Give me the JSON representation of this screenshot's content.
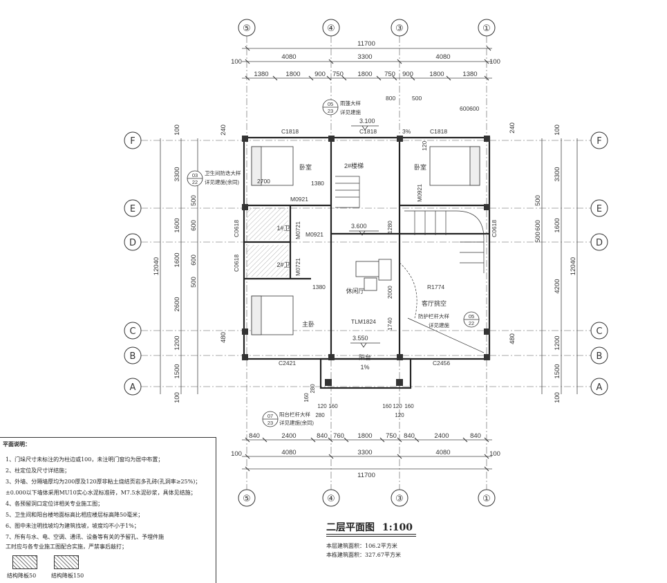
{
  "drawing_title": "二层平面图",
  "scale": "1:100",
  "area_floor": "本层建筑面积：106.2平方米",
  "area_total": "本栋建筑面积：327.67平方米",
  "axes_vertical": [
    "⑤",
    "④",
    "③",
    "①"
  ],
  "axes_horizontal": [
    "F",
    "E",
    "D",
    "C",
    "B",
    "A"
  ],
  "top_dims": {
    "total": "11700",
    "bay_left": "4080",
    "bay_mid": "3300",
    "bay_right": "4080",
    "edge": "100",
    "details": [
      "1380",
      "1800",
      "900",
      "750",
      "1800",
      "750",
      "900",
      "1800",
      "1380"
    ]
  },
  "bottom_dims": {
    "total": "11700",
    "bay_left": "4080",
    "bay_mid": "3300",
    "bay_right": "4080",
    "edge": "100",
    "details": [
      "840",
      "2400",
      "840",
      "760",
      "1800",
      "750",
      "840",
      "2400",
      "840"
    ]
  },
  "left_dims": {
    "total": "12040",
    "bays": [
      "3300",
      "1600",
      "1600",
      "2600",
      "1200",
      "1500"
    ],
    "details": [
      "500",
      "600",
      "600",
      "500"
    ],
    "edge": "100",
    "wall_offsets": [
      "240",
      "480"
    ]
  },
  "right_dims": {
    "total": "12040",
    "bays": [
      "3300",
      "1600",
      "4200",
      "1200",
      "1500"
    ],
    "details": [
      "500",
      "600",
      "500"
    ],
    "edge": "100",
    "wall_offsets": [
      "240",
      "480"
    ]
  },
  "rooms": {
    "bedroom_left": "卧室",
    "bedroom_right": "卧室",
    "master_bedroom": "主卧",
    "stair_hall": "2#楼梯",
    "leisure_hall": "休闲厅",
    "void": "客厅挑空",
    "bath1": "1#卫",
    "bath2": "2#卫",
    "balcony": "阳台",
    "balcony_slope": "1%"
  },
  "openings": {
    "window_top_left": "C1818",
    "window_top_mid": "C1818",
    "window_top_right": "C1818",
    "window_bath1": "C0618",
    "window_bath2": "C0618",
    "window_right": "C0618",
    "window_bottom_left": "C2421",
    "window_bottom_right": "C2456",
    "door_1": "M0921",
    "door_2": "M0921",
    "door_3": "M0921",
    "door_4": "M0721",
    "door_5": "M0721",
    "door_tlm": "TLM1824",
    "dim_2700": "2700",
    "dim_1380a": "1380",
    "dim_1380b": "1380",
    "dim_1280": "1280",
    "dim_2000": "2000",
    "dim_1740": "1740",
    "dim_r": "R1774",
    "dim_600600": "600600",
    "dim_800": "800",
    "dim_500": "500",
    "dim_120": "120",
    "dim_3pct": "3%"
  },
  "levels": {
    "eave": "3.100",
    "floor": "3.600",
    "balcony": "3.550"
  },
  "detail_refs": [
    {
      "top": "03",
      "bottom": "22",
      "note": "卫生间防迭大样",
      "note2": "详见建施(余同)"
    },
    {
      "top": "05",
      "bottom": "23",
      "note": "雨篷大样",
      "note2": "详见建施"
    },
    {
      "top": "05",
      "bottom": "22",
      "note": "防护栏杆大样",
      "note2": "详见建施"
    },
    {
      "top": "07",
      "bottom": "23",
      "note": "阳台栏杆大样",
      "note2": "详见建施(余同)"
    }
  ],
  "balcony_dims": [
    "280",
    "160",
    "120",
    "160",
    "160",
    "120",
    "160",
    "280",
    "120"
  ],
  "notes": {
    "title": "平面说明：",
    "items": [
      "1、门垛尺寸未标注的为柱边或100，未注明门窗均为居中布置；",
      "2、柱定位及尺寸详结施；",
      "3、外墙、分隔墙厚均为200厚及120厚非粘土烧结页岩多孔砖(孔洞率≥25%)；",
      "   ±0.000以下墙体采用MU10实心水泥标准砖，M7.5水泥砂浆，具体见结施；",
      "4、各预留洞口定位详相关专业施工图；",
      "5、卫生间和阳台楼地面标高比相应楼层标高降50毫米；",
      "6、图中未注明找坡均为建筑找坡，坡度均不小于1%；",
      "7、所有与水、电、空调、通讯、设备等有关的予留孔、予埋件施",
      "   工时应与各专业施工图配合实施，严禁事后敲打；"
    ],
    "legend1": "结构降板50",
    "legend2": "结构降板150"
  }
}
